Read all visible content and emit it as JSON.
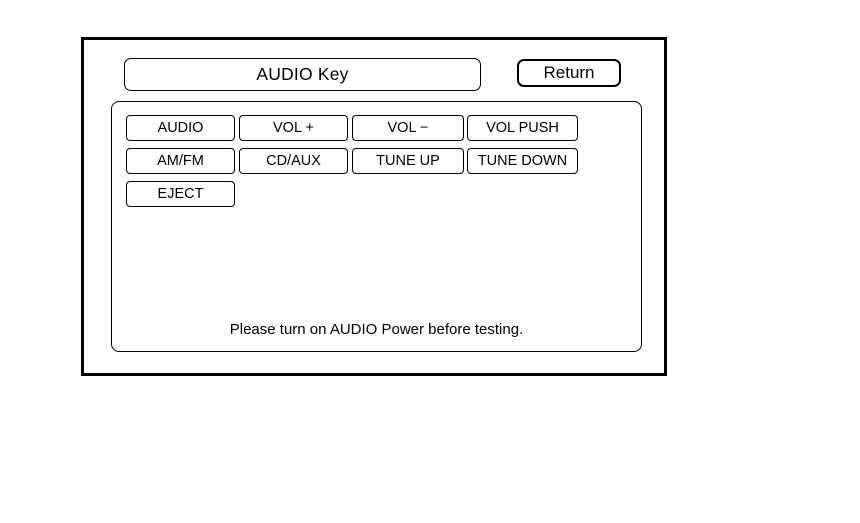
{
  "window": {
    "title": "AUDIO Key",
    "background_color": "#ffffff",
    "border_color": "#000000"
  },
  "header": {
    "title": "AUDIO Key",
    "return_label": "Return"
  },
  "keypad": {
    "rows": [
      [
        {
          "label": "AUDIO",
          "name": "audio"
        },
        {
          "label": "VOL +",
          "name": "vol-up"
        },
        {
          "label": "VOL −",
          "name": "vol-down"
        },
        {
          "label": "VOL PUSH",
          "name": "vol-push"
        }
      ],
      [
        {
          "label": "AM/FM",
          "name": "am-fm"
        },
        {
          "label": "CD/AUX",
          "name": "cd-aux"
        },
        {
          "label": "TUNE UP",
          "name": "tune-up"
        },
        {
          "label": "TUNE DOWN",
          "name": "tune-down"
        }
      ],
      [
        {
          "label": "EJECT",
          "name": "eject"
        }
      ]
    ]
  },
  "status": {
    "message": "Please turn on AUDIO Power before testing."
  }
}
